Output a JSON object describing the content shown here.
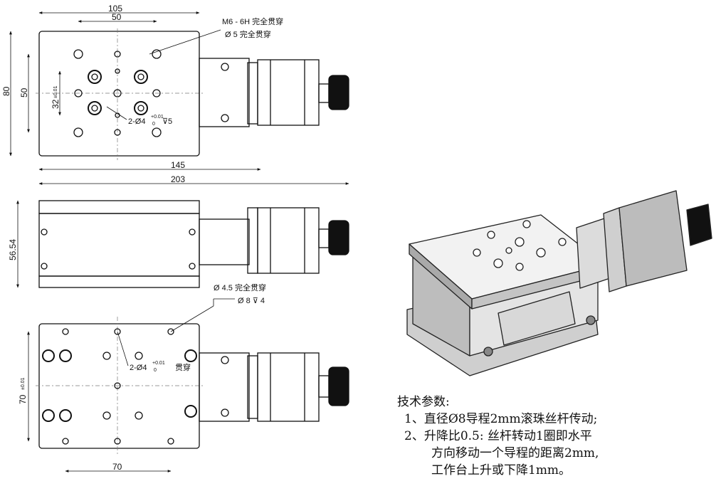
{
  "dimensions": {
    "top_width": "105",
    "top_hole_pitch": "50",
    "top_height": "80",
    "top_hole_vpitch": "50",
    "top_32": "32",
    "top_32_tol": "±0.01",
    "base_length": "145",
    "overall_length": "203",
    "side_height": "56.54",
    "bottom_height": "70",
    "bottom_height_tol": "±0.01",
    "bottom_pitch": "70"
  },
  "annotations": {
    "thread_note": "M6 - 6H 完全贯穿",
    "through_hole_note": "Ø 5 完全贯穿",
    "pin_hole_top": "2-Ø4",
    "pin_hole_top_tol_upper": "+0.01",
    "pin_hole_top_tol_lower": "0",
    "pin_hole_top_depth": "⊽5",
    "cbore_note_1": "Ø 4.5 完全贯穿",
    "cbore_note_2": "Ø 8 ⊽ 4",
    "pin_hole_bottom": "2-Ø4",
    "pin_hole_bottom_tol_upper": "+0.01",
    "pin_hole_bottom_tol_lower": "0",
    "pin_hole_bottom_suffix": "贯穿"
  },
  "tech": {
    "title": "技术参数:",
    "line1": "1、直径Ø8导程2mm滚珠丝杆传动;",
    "line2": "2、升降比0.5: 丝杆转动1圈即水平",
    "line3": "方向移动一个导程的距离2mm,",
    "line4": "工作台上升或下降1mm。"
  }
}
